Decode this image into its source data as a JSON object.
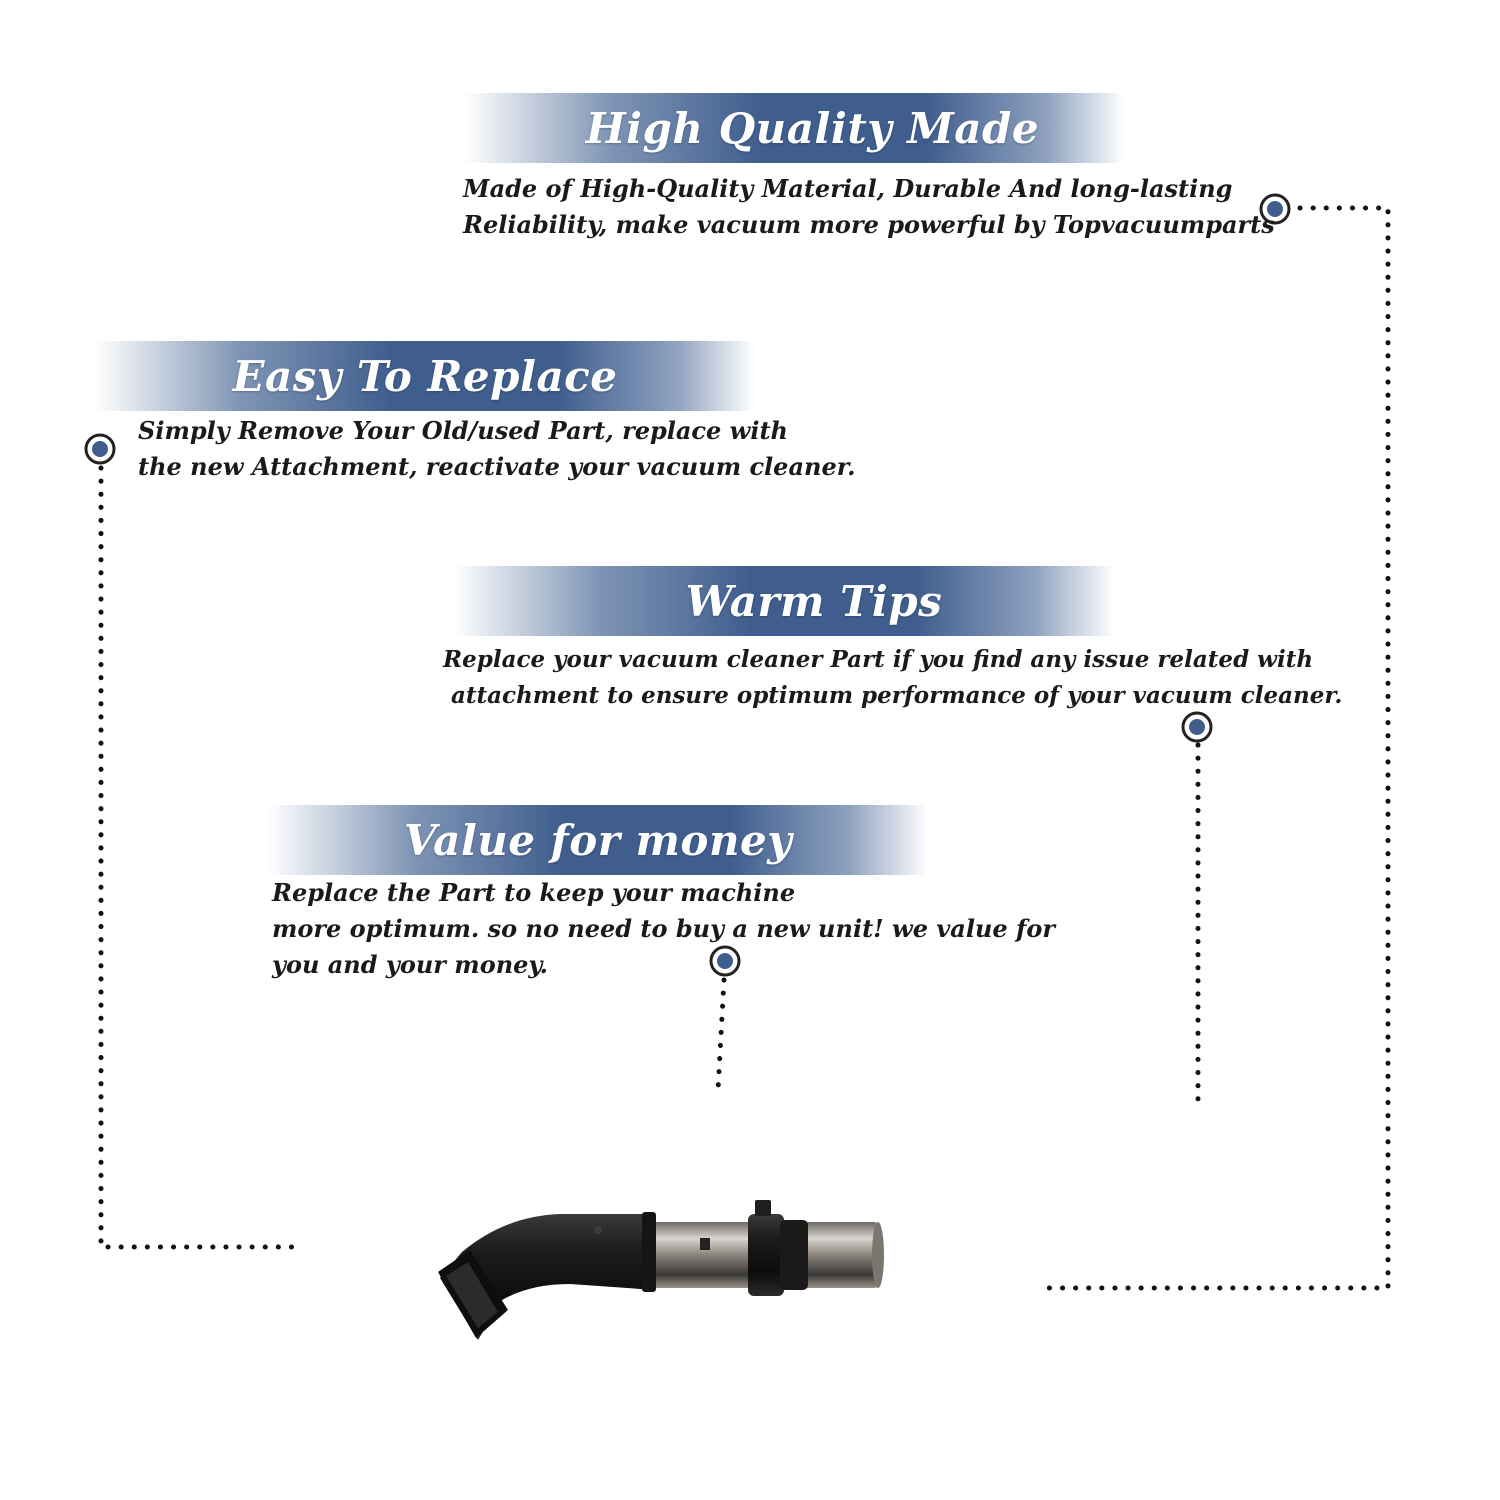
{
  "colors": {
    "banner_blue": "#3f5e8e",
    "dot_blue": "#3f5e8e",
    "dotted_line": "#111111"
  },
  "features": [
    {
      "id": "quality",
      "title": "High Quality Made",
      "lines": [
        "Made of  High-Quality Material, Durable And long-lasting",
        "Reliability, make vacuum more powerful by Topvacuumparts"
      ],
      "marker_icon": "target-dot-icon"
    },
    {
      "id": "replace",
      "title": "Easy To Replace",
      "lines": [
        "Simply Remove Your Old/used Part, replace with",
        "the new Attachment, reactivate your vacuum cleaner."
      ],
      "marker_icon": "target-dot-icon"
    },
    {
      "id": "tips",
      "title": "Warm Tips",
      "lines": [
        "Replace your vacuum cleaner Part if you find any issue related with",
        " attachment to ensure optimum performance of your vacuum cleaner."
      ],
      "marker_icon": "target-dot-icon"
    },
    {
      "id": "value",
      "title": "Value for money",
      "lines": [
        "Replace the Part to keep your machine",
        "more optimum. so no need to buy a new unit! we value for",
        "you and your money."
      ],
      "marker_icon": "target-dot-icon"
    }
  ],
  "product": {
    "icon": "vacuum-bent-wand-icon"
  }
}
